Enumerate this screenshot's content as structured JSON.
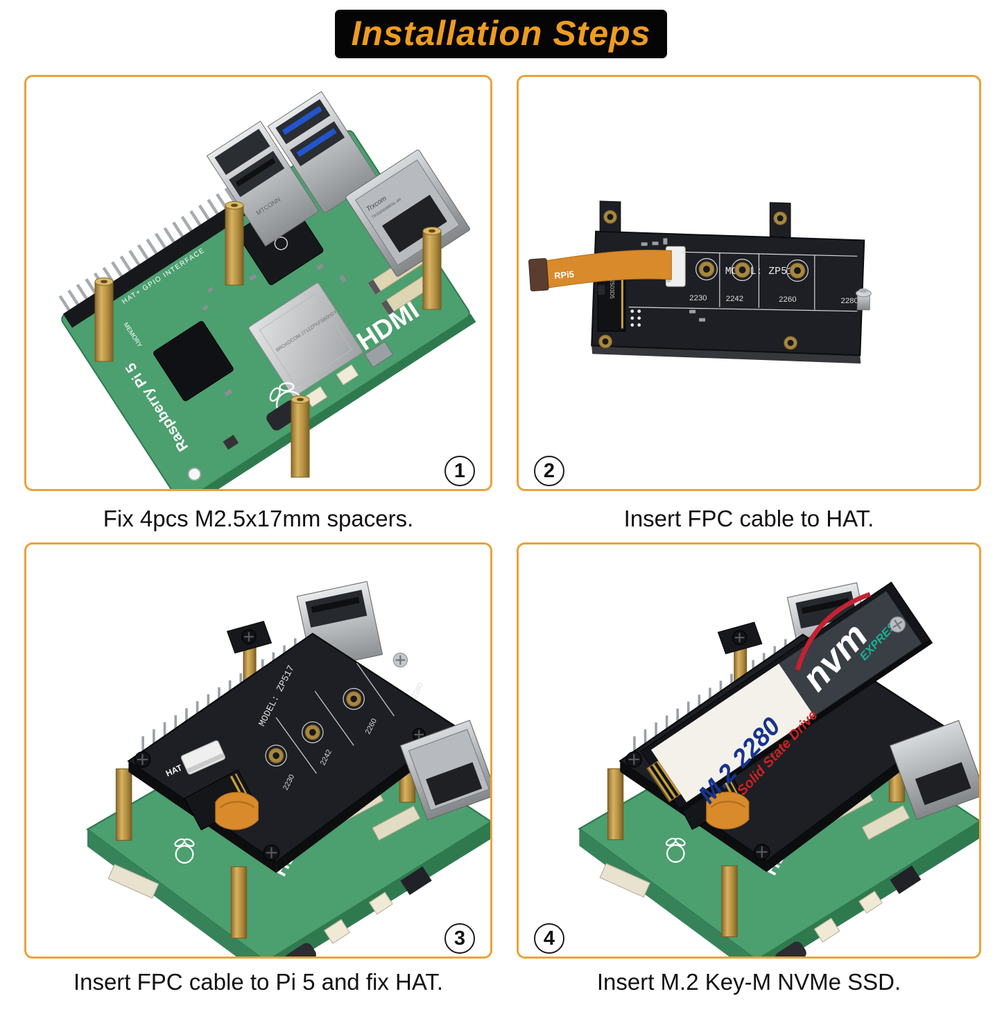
{
  "title": "Installation Steps",
  "colors": {
    "panel_border": "#E9A23B",
    "title_text": "#EE9C20",
    "title_background": "#050505",
    "caption_text": "#101010",
    "pcb_green": "#4C9F6F",
    "pcb_black": "#1D1F24",
    "brass": "#B08D3E",
    "fpc_orange": "#D98A2B",
    "ssd_label_blue": "#16348C",
    "ssd_label_red": "#CC2222",
    "nvme_teal": "#15B392"
  },
  "steps": [
    {
      "number": "1",
      "caption": "Fix 4pcs M2.5x17mm spacers."
    },
    {
      "number": "2",
      "caption": "Insert FPC cable to HAT."
    },
    {
      "number": "3",
      "caption": "Insert FPC cable to Pi 5 and fix HAT."
    },
    {
      "number": "4",
      "caption": "Insert M.2 Key-M NVMe SSD."
    }
  ],
  "board_labels": {
    "pi_name": "Raspberry Pi 5",
    "hdmi": "HDMI",
    "gpio_interface": "HAT+ GPIO INTERFACE",
    "memory": "MEMORY",
    "usb_brand": "MTCONN",
    "ethernet_brand": "Trxcom",
    "ethernet_part": "TRJG0926BENL-4R",
    "soc_marking": "BROADCOM 2712ZPKFSB00GY",
    "hat_model": "MODEL: ZP517",
    "hat_port": "HAT",
    "fpc_label": "RPi5",
    "socket_marking": "2503D5",
    "m2_sizes": [
      "2230",
      "2242",
      "2260",
      "2280"
    ],
    "ssd_size": "M.2 2280",
    "ssd_type": "Solid State Drive",
    "nvme_nvm": "nvm",
    "nvme_express": "EXPRESS"
  }
}
